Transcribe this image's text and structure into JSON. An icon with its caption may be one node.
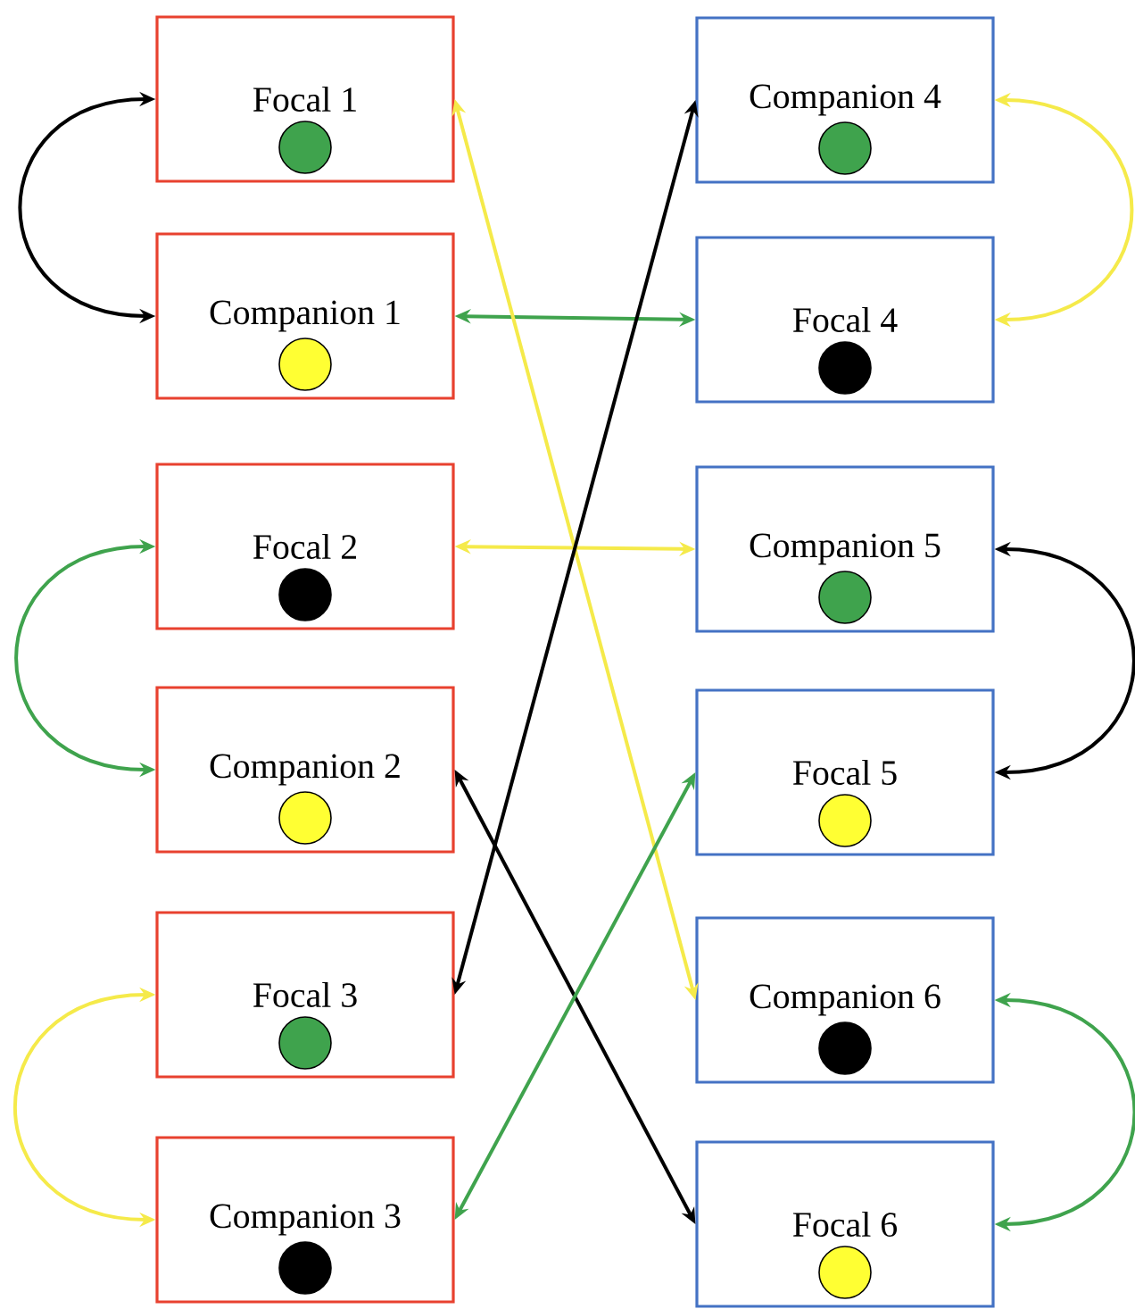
{
  "diagram": {
    "nodes": [
      {
        "text": [
          "Focal 1"
        ]
      },
      {
        "text": [],
        "shape": "circle",
        "in": 0
      },
      {
        "text": [
          "Companion 4"
        ]
      },
      {
        "text": [],
        "shape": "circle",
        "in": 2
      },
      {
        "text": [
          "Companion 1"
        ]
      },
      {
        "text": [],
        "shape": "circle",
        "in": 4
      },
      {
        "text": [
          "Focal 4"
        ]
      },
      {
        "text": [],
        "shape": "circle",
        "in": 6
      },
      {
        "text": [
          "Focal 2"
        ]
      },
      {
        "text": [],
        "shape": "circle",
        "in": 8
      },
      {
        "text": [
          "Companion 5"
        ]
      },
      {
        "text": [],
        "shape": "circle",
        "in": 10
      },
      {
        "text": [
          "Companion 2"
        ]
      },
      {
        "text": [],
        "shape": "circle",
        "in": 12
      },
      {
        "text": [
          "Focal 5"
        ]
      },
      {
        "text": [],
        "shape": "circle",
        "in": 14
      },
      {
        "text": [
          "Focal 3"
        ]
      },
      {
        "text": [],
        "shape": "circle",
        "in": 16
      },
      {
        "text": [
          "Companion 6"
        ]
      },
      {
        "text": [],
        "shape": "circle",
        "in": 18
      },
      {
        "text": [
          "Companion 3"
        ]
      },
      {
        "text": [],
        "shape": "circle",
        "in": 20
      },
      {
        "text": [
          "Focal 6"
        ]
      },
      {
        "text": [],
        "shape": "circle",
        "in": 22
      }
    ],
    "edges": [
      {
        "from": 0,
        "to": 4,
        "arrow": "both",
        "color": "#000000"
      },
      {
        "from": 4,
        "to": 6,
        "arrow": "both",
        "color": "#3fa34d"
      },
      {
        "from": 2,
        "to": 6,
        "arrow": "both",
        "color": "#f5ea4a"
      },
      {
        "from": 8,
        "to": 10,
        "arrow": "both",
        "color": "#f5ea4a"
      },
      {
        "from": 8,
        "to": 12,
        "arrow": "both",
        "color": "#3fa34d"
      },
      {
        "from": 10,
        "to": 14,
        "arrow": "both",
        "color": "#000000"
      },
      {
        "from": 16,
        "to": 20,
        "arrow": "both",
        "color": "#f5ea4a"
      },
      {
        "from": 18,
        "to": 22,
        "arrow": "both",
        "color": "#3fa34d"
      },
      {
        "from": 0,
        "to": 18,
        "arrow": "both",
        "color": "#f5ea4a"
      },
      {
        "from": 16,
        "to": 2,
        "arrow": "both",
        "color": "#000000"
      },
      {
        "from": 12,
        "to": 22,
        "arrow": "both",
        "color": "#000000"
      },
      {
        "from": 20,
        "to": 14,
        "arrow": "both",
        "color": "#3fa34d"
      }
    ]
  }
}
